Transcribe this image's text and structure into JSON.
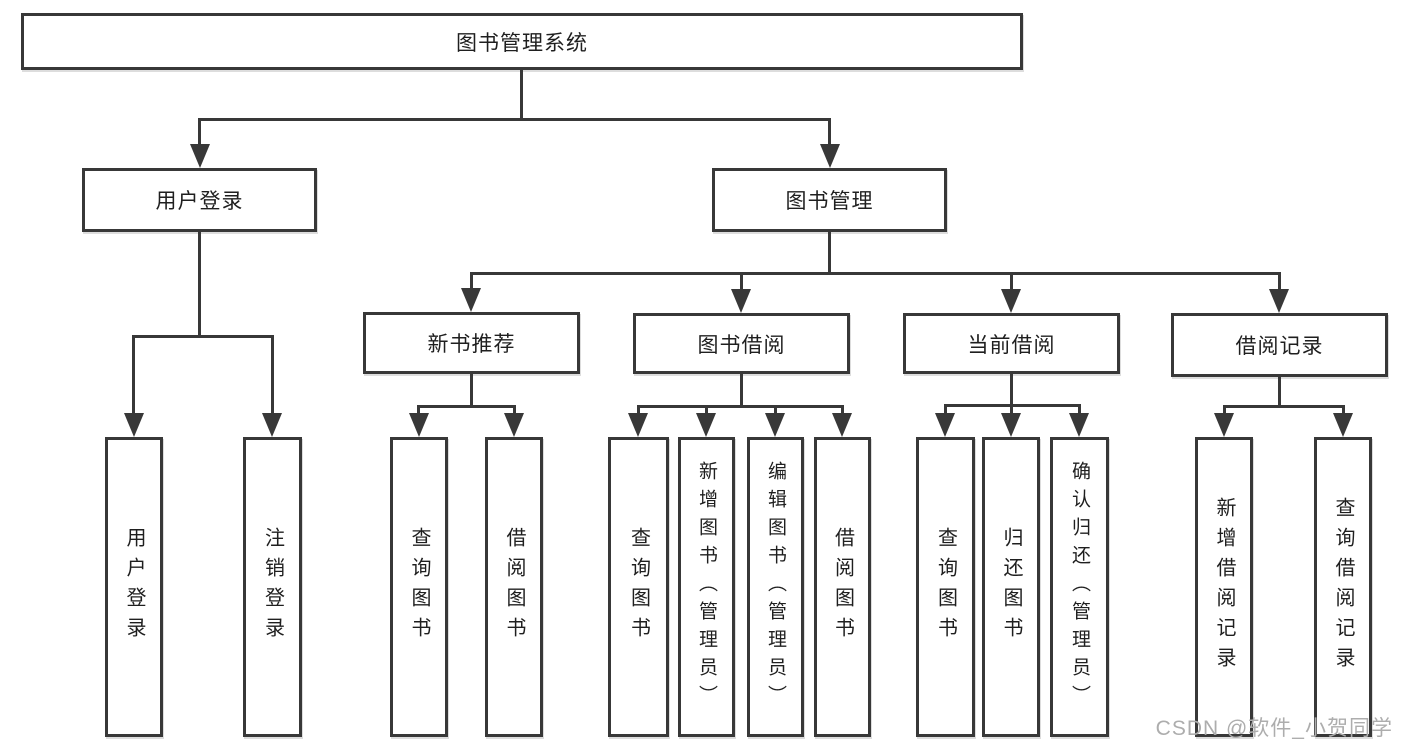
{
  "diagram": {
    "root": {
      "label": "图书管理系统"
    },
    "user_login": {
      "label": "用户登录",
      "children": [
        {
          "label": "用户登录"
        },
        {
          "label": "注销登录"
        }
      ]
    },
    "book_mgmt": {
      "label": "图书管理",
      "sections": {
        "new_book_rec": {
          "label": "新书推荐",
          "children": [
            {
              "label": "查询图书"
            },
            {
              "label": "借阅图书"
            }
          ]
        },
        "book_borrow": {
          "label": "图书借阅",
          "children": [
            {
              "label": "查询图书"
            },
            {
              "label": "新增图书（管理员）"
            },
            {
              "label": "编辑图书（管理员）"
            },
            {
              "label": "借阅图书"
            }
          ]
        },
        "current_borrow": {
          "label": "当前借阅",
          "children": [
            {
              "label": "查询图书"
            },
            {
              "label": "归还图书"
            },
            {
              "label": "确认归还（管理员）"
            }
          ]
        },
        "borrow_records": {
          "label": "借阅记录",
          "children": [
            {
              "label": "新增借阅记录"
            },
            {
              "label": "查询借阅记录"
            }
          ]
        }
      }
    }
  },
  "watermark": {
    "text": "CSDN @软件_小贺同学"
  }
}
